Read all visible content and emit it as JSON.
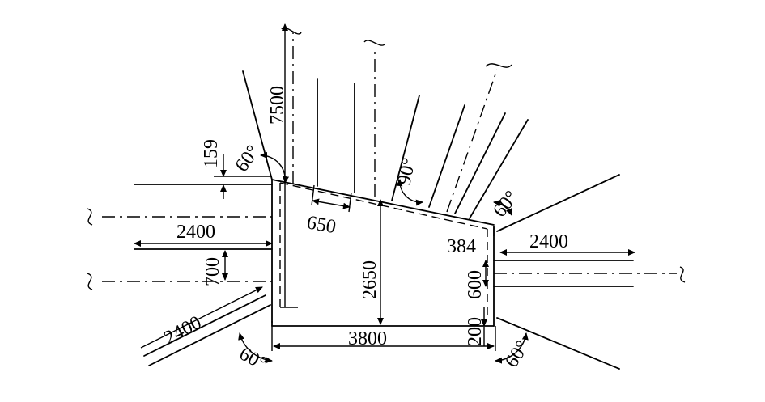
{
  "dimensions": {
    "d7500": "7500",
    "d159": "159",
    "d60_upper_left": "60°",
    "d90": "90°",
    "d60_upper_right": "60°",
    "d650": "650",
    "d2400_left": "2400",
    "d700": "700",
    "d2650": "2650",
    "d384": "384",
    "d2400_right": "2400",
    "d600": "600",
    "d2400_bottom_left": "2400",
    "d200": "200",
    "d3800": "3800",
    "d60_lower_left": "60°",
    "d60_lower_right": "60°"
  }
}
